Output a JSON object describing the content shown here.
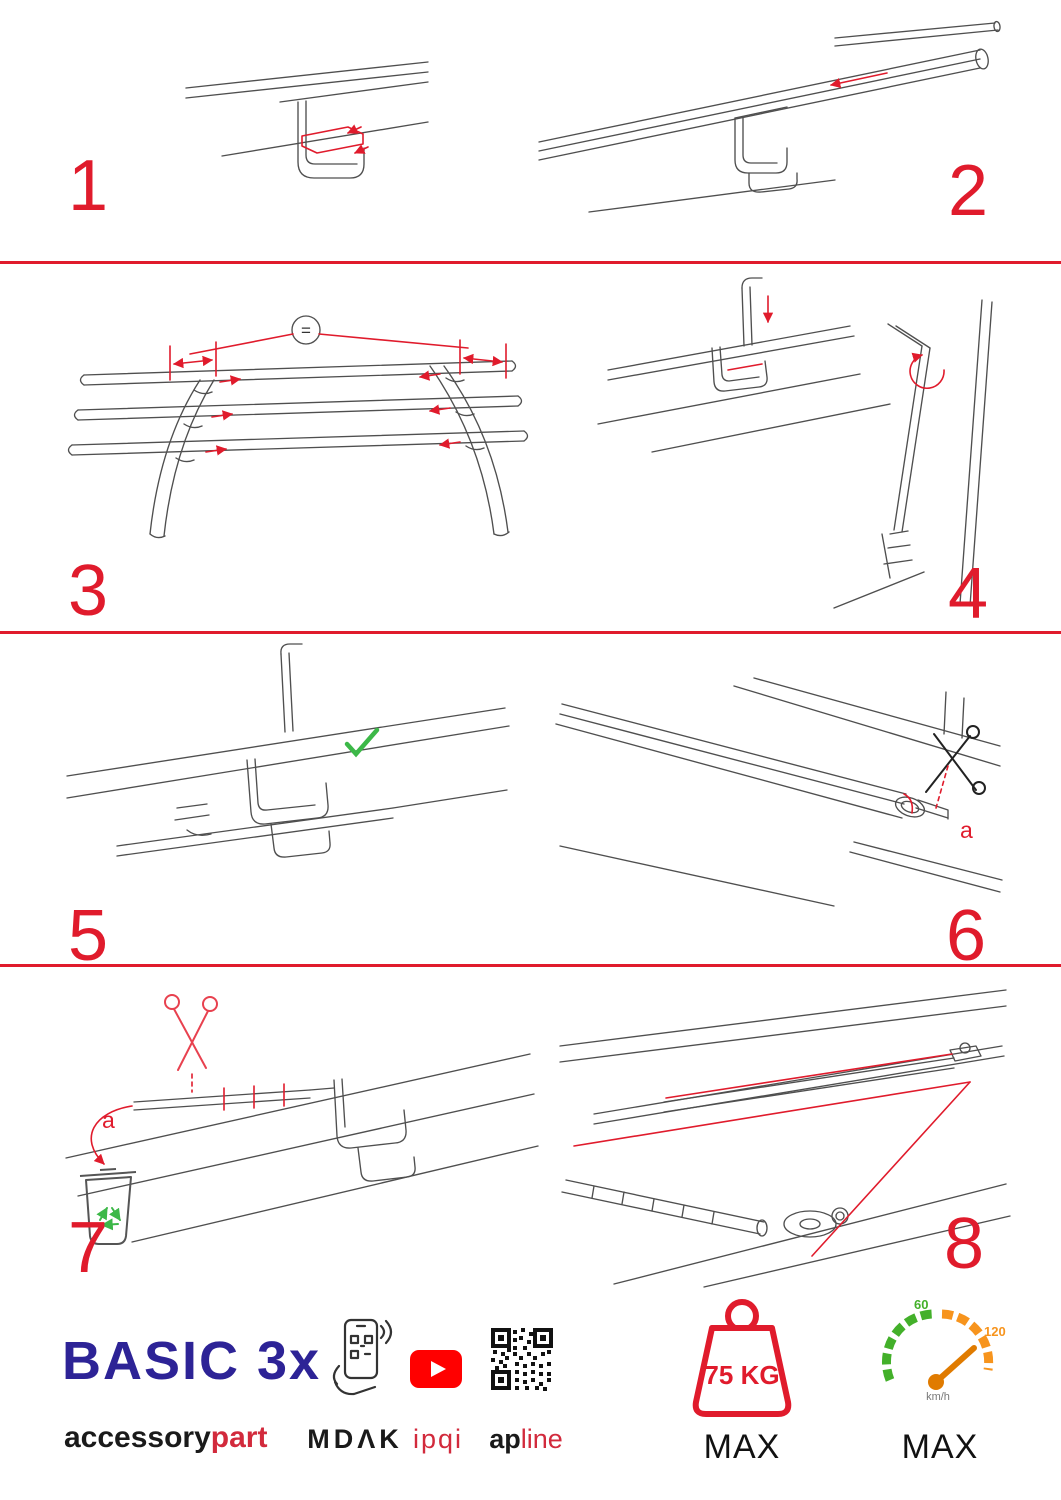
{
  "colors": {
    "accent_red": "#e01b2c",
    "brand_navy": "#2d2396",
    "brand_red": "#d22a3c",
    "youtube_red": "#ff0000",
    "check_green": "#3cb848",
    "gauge_green": "#43b02a",
    "gauge_orange": "#f7941d",
    "line_gray": "#4f4f4f"
  },
  "steps": [
    {
      "number": "1"
    },
    {
      "number": "2"
    },
    {
      "number": "3",
      "equal_label": "="
    },
    {
      "number": "4"
    },
    {
      "number": "5"
    },
    {
      "number": "6",
      "cut_label": "a"
    },
    {
      "number": "7",
      "cut_label": "a"
    },
    {
      "number": "8"
    }
  ],
  "footer": {
    "product_name": "BASIC 3x",
    "brand_black": "accessory",
    "brand_red_part": "part",
    "logo_mdak": "MDΛK",
    "logo_ipqi": "ipqi",
    "logo_apline_black": "ap",
    "logo_apline_red": "line",
    "weight": {
      "value": "75 KG",
      "max_label": "MAX"
    },
    "speed": {
      "low": "60",
      "high": "120",
      "unit": "km/h",
      "max_label": "MAX"
    }
  }
}
